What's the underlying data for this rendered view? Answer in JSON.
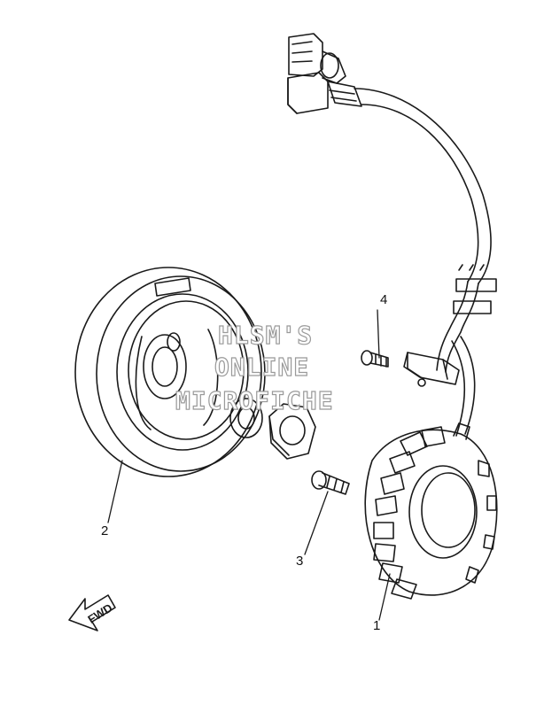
{
  "callouts": {
    "part1": "1",
    "part2": "2",
    "part3": "3",
    "part4": "4"
  },
  "watermark": {
    "line1": "HLSM'S",
    "line2": "ONLINE",
    "line3": "MICROFICHE"
  },
  "direction_arrow": {
    "label": "FWD"
  },
  "colors": {
    "line": "#1a1a1a",
    "background": "#ffffff",
    "watermark_outline": "#9a9a9a"
  }
}
